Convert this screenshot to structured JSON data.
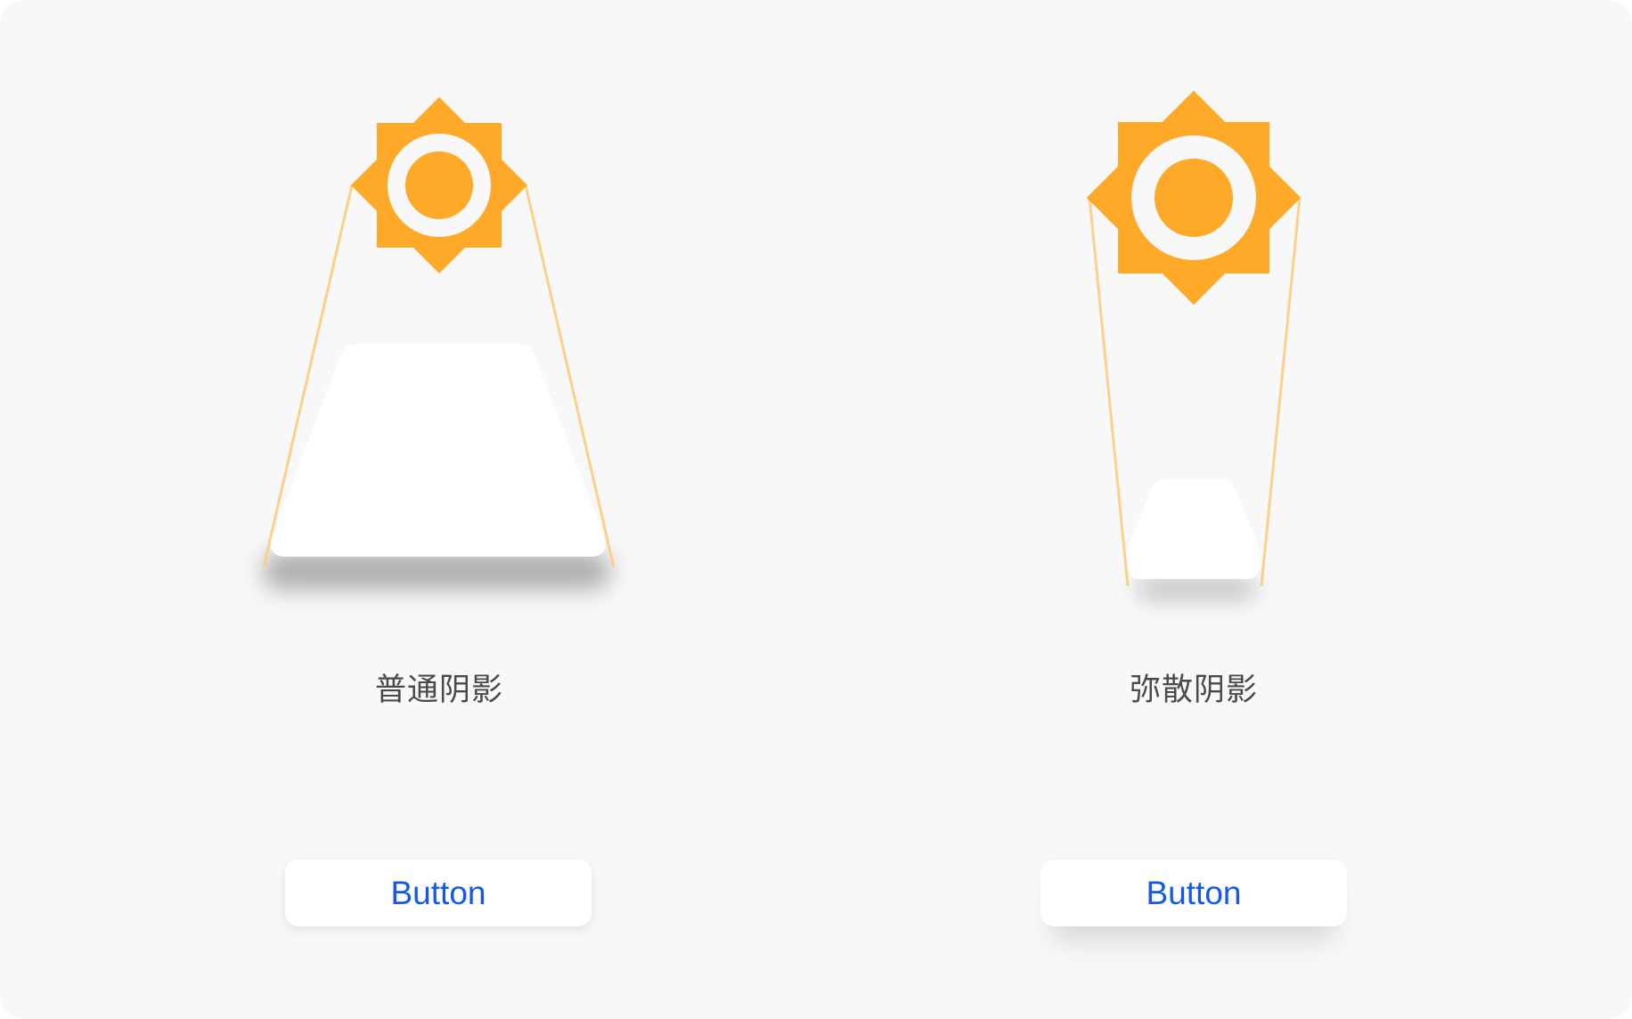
{
  "colors": {
    "background": "#f8f8f8",
    "sun": "#fea928",
    "light_ray": "#fdd08a",
    "caption_text": "#4a4a4a",
    "button_text": "#1558ee"
  },
  "illustrations": [
    {
      "id": "normal",
      "caption": "普通阴影",
      "icon": "sun-icon",
      "shadow_style": "hard short shadow"
    },
    {
      "id": "diffuse",
      "caption": "弥散阴影",
      "icon": "sun-icon",
      "shadow_style": "soft spread shadow"
    }
  ],
  "buttons": {
    "normal_label": "Button",
    "diffuse_label": "Button"
  }
}
